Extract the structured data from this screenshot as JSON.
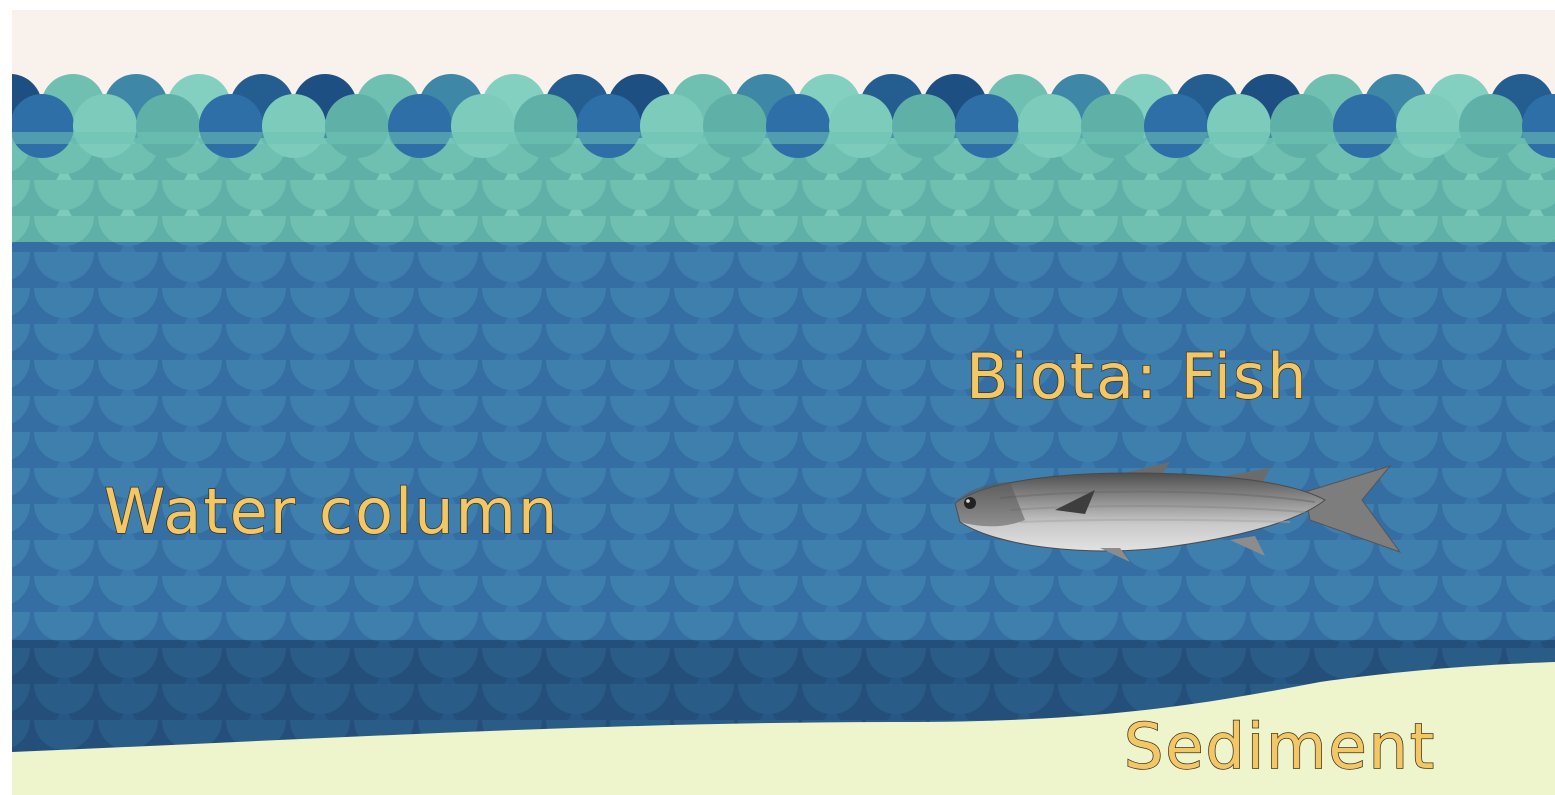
{
  "labels": {
    "biota": "Biota: Fish",
    "water": "Water column",
    "sediment": "Sediment"
  },
  "icons": {
    "fish": "fish-icon"
  },
  "colors": {
    "sky": "#f8f1ec",
    "surface_light": "#6ec3b4",
    "surface_mid": "#5aa8a4",
    "wave_dark": "#1e5d8e",
    "wave_blue": "#2f6fa8",
    "water": "#3870a4",
    "water_deep": "#24527e",
    "sediment": "#eef4cc",
    "label": "#f4c766"
  }
}
